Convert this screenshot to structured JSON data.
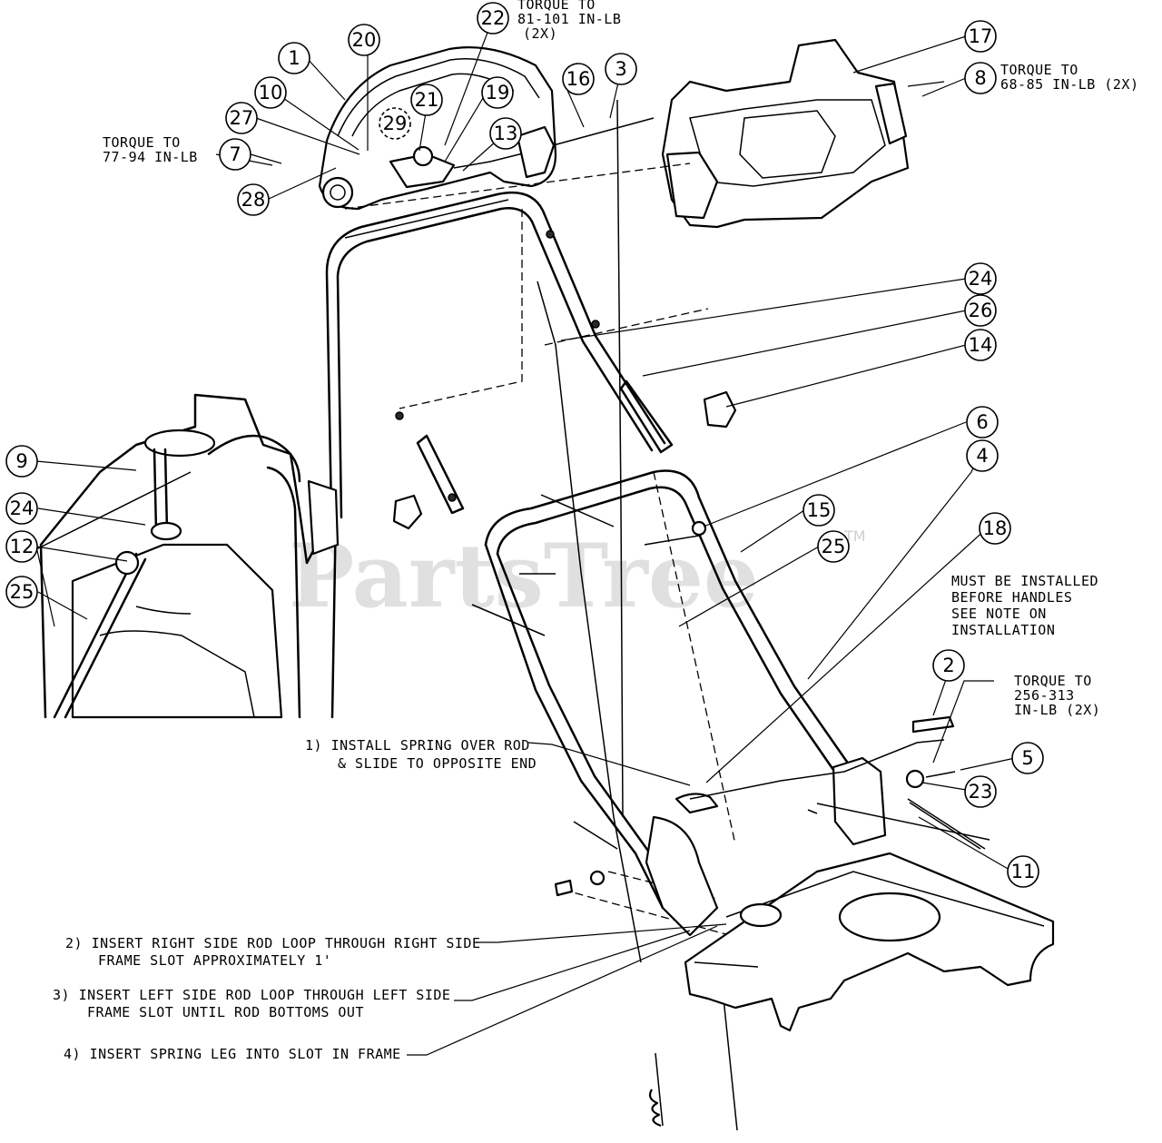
{
  "watermark": "PartsTree",
  "watermark_tm": "TM",
  "callouts": [
    "1",
    "2",
    "3",
    "4",
    "5",
    "6",
    "7",
    "8",
    "9",
    "10",
    "11",
    "12",
    "13",
    "14",
    "15",
    "16",
    "17",
    "18",
    "19",
    "20",
    "21",
    "22",
    "23",
    "24",
    "25",
    "26",
    "27",
    "28",
    "29"
  ],
  "notes": {
    "torque_81_101": [
      "TORQUE TO",
      "81-101 IN-LB",
      "(2X)"
    ],
    "torque_68_85": [
      "TORQUE TO",
      "68-85 IN-LB (2X)"
    ],
    "torque_77_94": [
      "TORQUE TO",
      "77-94 IN-LB"
    ],
    "torque_256_313": [
      "TORQUE TO",
      "256-313",
      "IN-LB (2X)"
    ],
    "install_note": [
      "MUST BE INSTALLED",
      "BEFORE HANDLES",
      "SEE NOTE ON",
      "INSTALLATION"
    ],
    "step1": [
      "1) INSTALL SPRING OVER ROD",
      "& SLIDE TO OPPOSITE END"
    ],
    "step2": [
      "2) INSERT RIGHT SIDE ROD LOOP THROUGH RIGHT SIDE",
      "FRAME SLOT APPROXIMATELY 1'"
    ],
    "step3": [
      "3) INSERT LEFT SIDE ROD LOOP THROUGH LEFT SIDE",
      "FRAME SLOT UNTIL ROD BOTTOMS OUT"
    ],
    "step4": [
      "4) INSERT SPRING LEG INTO SLOT IN FRAME"
    ]
  }
}
